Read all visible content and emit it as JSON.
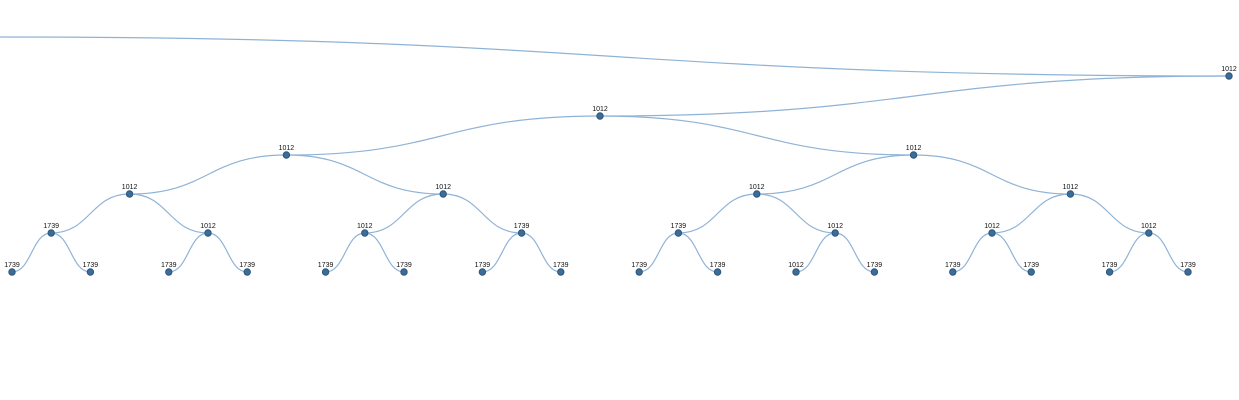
{
  "tree": {
    "label": "1012",
    "children": [
      {
        "label": "1012",
        "children": [
          {
            "label": "1012",
            "children": [
              {
                "label": "1012",
                "children": [
                  {
                    "label": "1739",
                    "children": [
                      {
                        "label": "1739"
                      },
                      {
                        "label": "1739"
                      }
                    ]
                  },
                  {
                    "label": "1012",
                    "children": [
                      {
                        "label": "1739"
                      },
                      {
                        "label": "1739"
                      }
                    ]
                  }
                ]
              },
              {
                "label": "1012",
                "children": [
                  {
                    "label": "1012",
                    "children": [
                      {
                        "label": "1739"
                      },
                      {
                        "label": "1739"
                      }
                    ]
                  },
                  {
                    "label": "1739",
                    "children": [
                      {
                        "label": "1739"
                      },
                      {
                        "label": "1739"
                      }
                    ]
                  }
                ]
              }
            ]
          },
          {
            "label": "1012",
            "children": [
              {
                "label": "1012",
                "children": [
                  {
                    "label": "1739",
                    "children": [
                      {
                        "label": "1739"
                      },
                      {
                        "label": "1739"
                      }
                    ]
                  },
                  {
                    "label": "1012",
                    "children": [
                      {
                        "label": "1012"
                      },
                      {
                        "label": "1739"
                      }
                    ]
                  }
                ]
              },
              {
                "label": "1012",
                "children": [
                  {
                    "label": "1012",
                    "children": [
                      {
                        "label": "1739"
                      },
                      {
                        "label": "1739"
                      }
                    ]
                  },
                  {
                    "label": "1012",
                    "children": [
                      {
                        "label": "1739"
                      },
                      {
                        "label": "1739"
                      }
                    ]
                  }
                ]
              }
            ]
          }
        ]
      }
    ]
  },
  "colors": {
    "link": "#8fb3d6",
    "node_fill": "#3b6d9a",
    "node_stroke": "#2d5678",
    "label": "#111111"
  }
}
